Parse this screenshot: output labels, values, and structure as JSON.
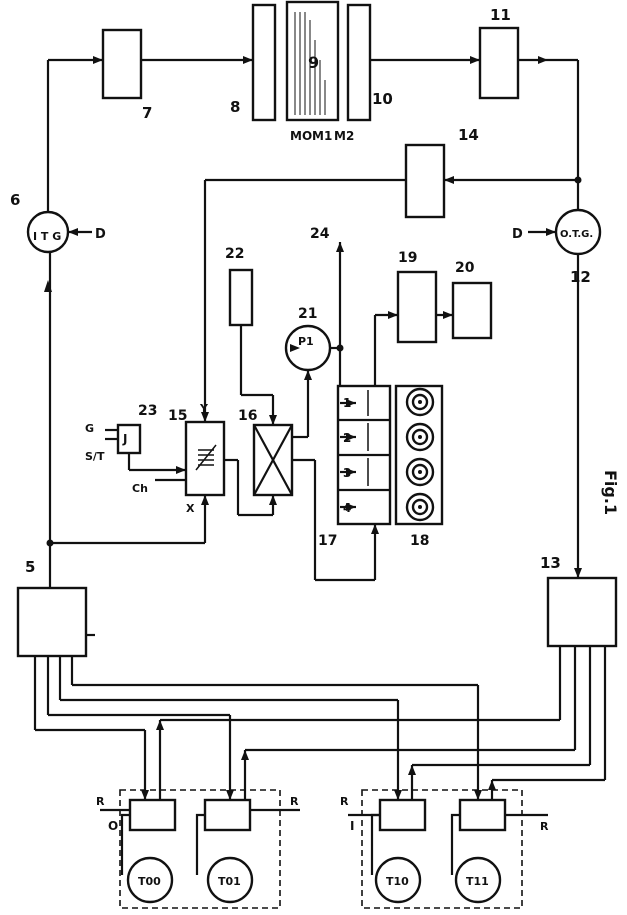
{
  "labels": {
    "n5": "5",
    "n6": "6",
    "n7": "7",
    "n8": "8",
    "n9": "9",
    "n10": "10",
    "n11": "11",
    "n12": "12",
    "n13": "13",
    "n14": "14",
    "n15": "15",
    "n16": "16",
    "n17": "17",
    "n18": "18",
    "n19": "19",
    "n20": "20",
    "n21": "21",
    "n22": "22",
    "n23": "23",
    "n24": "24",
    "itg": "I T G",
    "otg": "O.T.G.",
    "d_in": "D",
    "d_out": "D",
    "mo": "MO",
    "m1": "M1",
    "m2": "M2",
    "j": "J",
    "st": "S/T",
    "g": "G",
    "ch": "Ch",
    "x": "X",
    "y": "Y",
    "p1": "P1",
    "c1": "1",
    "c2": "2",
    "c3": "3",
    "c4": "4",
    "group_o": "O",
    "group_i": "I",
    "t00": "T00",
    "t01": "T01",
    "t10": "T10",
    "t11": "T11",
    "r1": "R",
    "r2": "R",
    "r3": "R",
    "r4": "R",
    "fig": "Fig.1"
  }
}
